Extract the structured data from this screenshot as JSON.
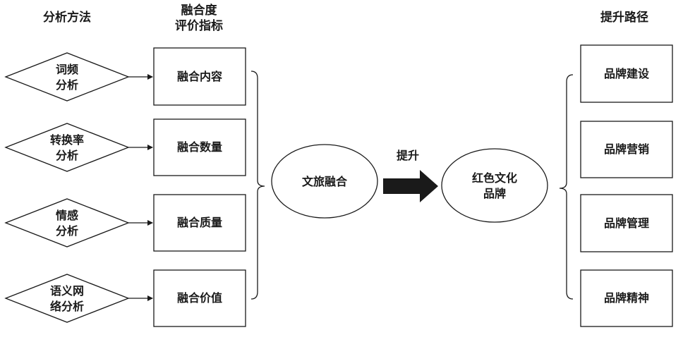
{
  "headers": {
    "methods": "分析方法",
    "indicators_line1": "融合度",
    "indicators_line2": "评价指标",
    "paths": "提升路径"
  },
  "methods": [
    {
      "line1": "词频",
      "line2": "分析"
    },
    {
      "line1": "转换率",
      "line2": "分析"
    },
    {
      "line1": "情感",
      "line2": "分析"
    },
    {
      "line1": "语义网",
      "line2": "络分析"
    }
  ],
  "indicators": [
    "融合内容",
    "融合数量",
    "融合质量",
    "融合价值"
  ],
  "center": {
    "source": "文旅融合",
    "arrow_label": "提升",
    "target_line1": "红色文化",
    "target_line2": "品牌"
  },
  "paths": [
    "品牌建设",
    "品牌营销",
    "品牌管理",
    "品牌精神"
  ]
}
